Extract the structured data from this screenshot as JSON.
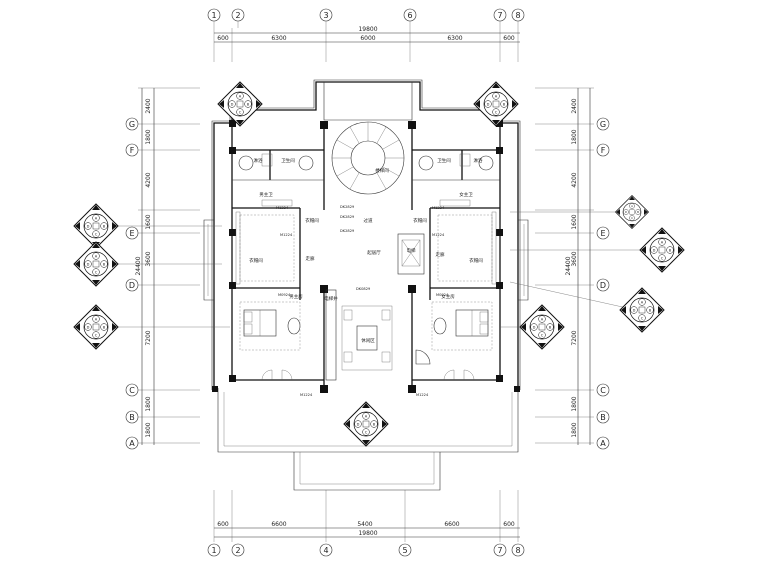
{
  "axes": {
    "vertical_top": [
      "1",
      "2",
      "3",
      "6",
      "7",
      "8"
    ],
    "vertical_bottom": [
      "1",
      "2",
      "4",
      "5",
      "7",
      "8"
    ],
    "horizontal": [
      "G",
      "F",
      "E",
      "D",
      "C",
      "B",
      "A"
    ]
  },
  "dimensions": {
    "top_segments": [
      "600",
      "6300",
      "6000",
      "6300",
      "600"
    ],
    "top_total": "19800",
    "bottom_segments": [
      "600",
      "6600",
      "5400",
      "6600",
      "600"
    ],
    "bottom_total": "19800",
    "left_segments": [
      "2400",
      "1800",
      "4200",
      "1600",
      "3600",
      "7200",
      "1800",
      "1800"
    ],
    "left_total": "24400",
    "right_segments": [
      "2400",
      "1800",
      "4200",
      "1600",
      "3600",
      "7200",
      "1800",
      "1800"
    ],
    "right_total": "24400"
  },
  "rooms": {
    "stair_hall": "楼梯间",
    "bath_left": "淋浴",
    "bath_right": "淋浴",
    "toilet_left": "卫生间",
    "toilet_right": "卫生间",
    "bath_space_left": "男主卫",
    "bath_space_right": "女主卫",
    "cloak_left": "衣帽间",
    "cloak_right": "衣帽间",
    "corridor_left": "走廊",
    "corridor_right": "走廊",
    "walkway": "过道",
    "hall": "起居厅",
    "bedroom_left": "男主房",
    "bedroom_right": "女主房",
    "lift": "电梯",
    "shaft": "电梯井",
    "lounge": "休闲区",
    "closet_left": "衣帽间",
    "closet_right": "衣帽间"
  },
  "door_tags": {
    "dk1": "DK2829",
    "dk2": "DK2829",
    "dk3": "DK2829",
    "dk4": "DK0829",
    "m1": "M1224",
    "m2": "M1224",
    "m3": "M1224",
    "m4": "M1224",
    "m5": "M0924",
    "m6": "M0924",
    "m7": "M1224",
    "m8": "M1224"
  },
  "marker_letters": [
    "A",
    "B",
    "C",
    "D"
  ]
}
